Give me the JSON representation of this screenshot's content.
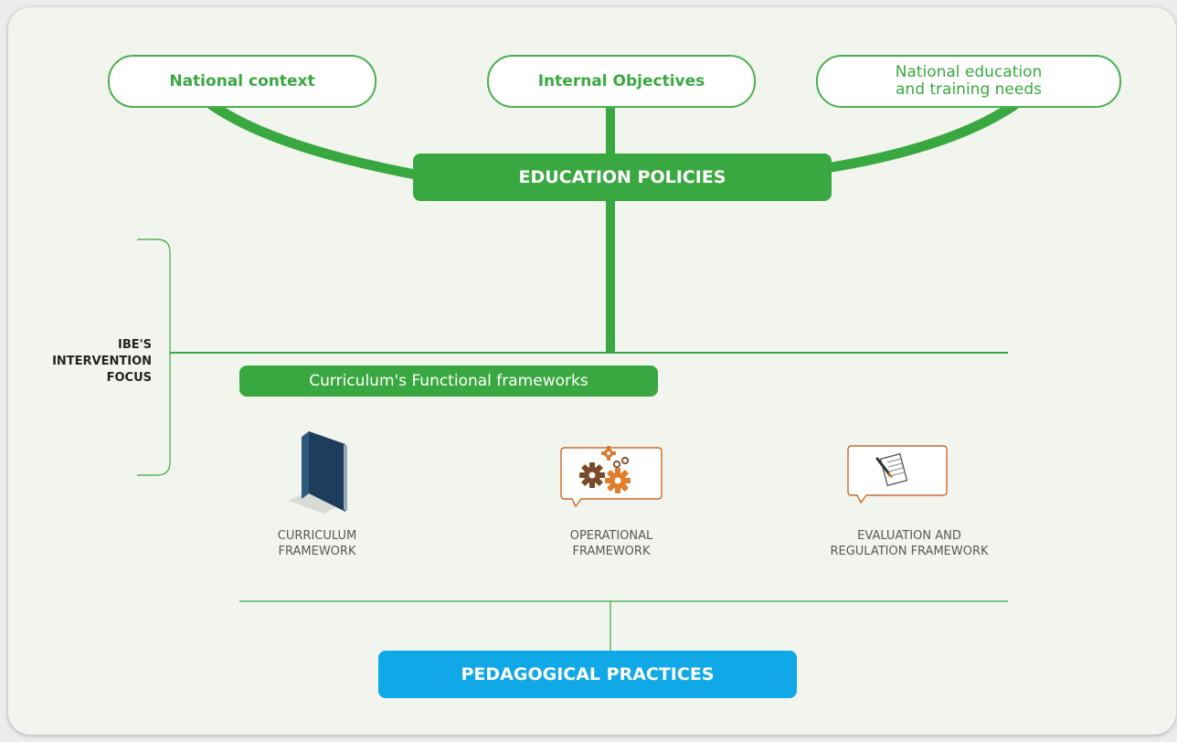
{
  "inputs": {
    "national_context": "National context",
    "internal_objectives": "Internal Objectives",
    "national_needs_line1": "National education",
    "national_needs_line2": "and training needs"
  },
  "policies": {
    "label": "EDUCATION POLICIES"
  },
  "focus": {
    "line1": "IBE'S",
    "line2": "INTERVENTION",
    "line3": "FOCUS"
  },
  "functional": {
    "label": "Curriculum's Functional frameworks"
  },
  "frameworks": [
    {
      "icon": "book-icon",
      "line1": "CURRICULUM",
      "line2": "FRAMEWORK"
    },
    {
      "icon": "gears-icon",
      "line1": "OPERATIONAL",
      "line2": "FRAMEWORK"
    },
    {
      "icon": "document-pen-icon",
      "line1": "EVALUATION AND",
      "line2": "REGULATION FRAMEWORK"
    }
  ],
  "practices": {
    "label": "PEDAGOGICAL PRACTICES"
  },
  "colors": {
    "green": "#3aa840",
    "blue": "#11a8e8",
    "background": "#f1f5ee",
    "orange": "#d9772a",
    "navy": "#1e3c5c"
  }
}
